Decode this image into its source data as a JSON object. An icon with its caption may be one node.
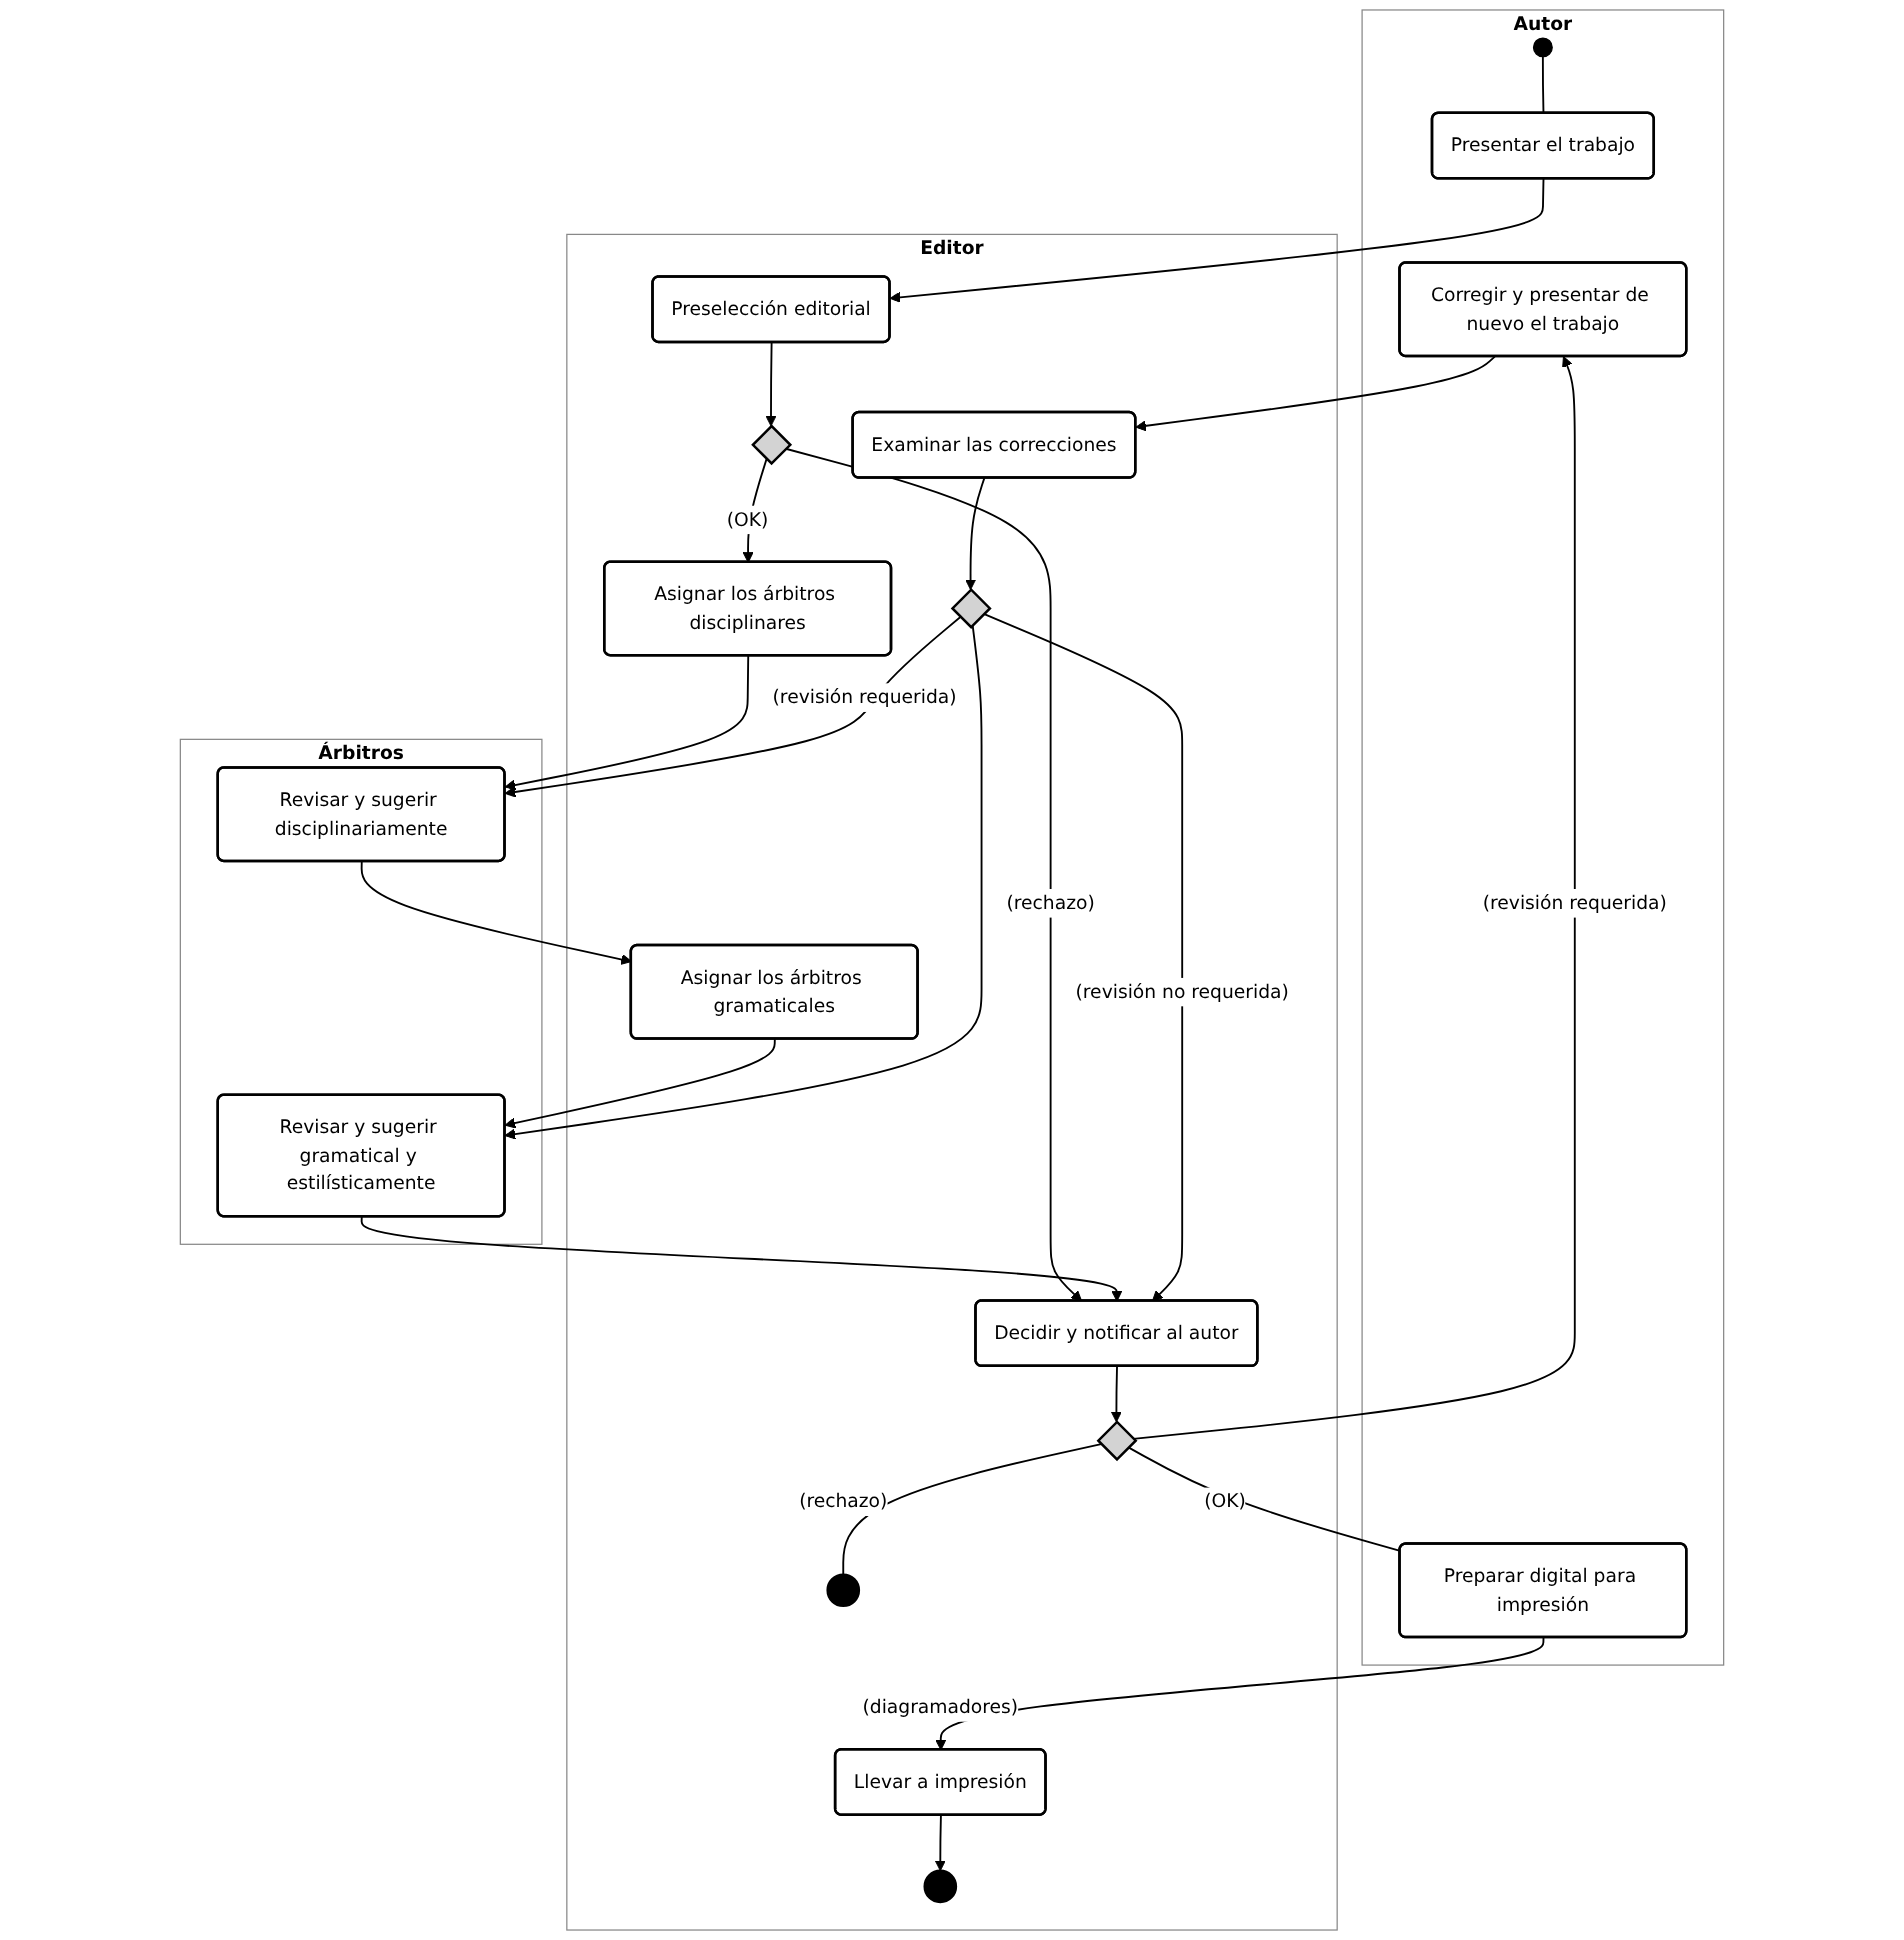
{
  "diagram": {
    "nodes": [
      {
        "text": [
          "Autor"
        ]
      },
      {
        "text": [
          "Editor"
        ]
      },
      {
        "text": [
          "Árbitros"
        ]
      },
      {
        "text": [],
        "shape": "circle",
        "in": 0
      },
      {
        "text": [
          "Presentar el trabajo"
        ],
        "in": 0
      },
      {
        "text": [
          "Preselección editorial"
        ],
        "in": 1
      },
      {
        "text": [],
        "shape": "diamond",
        "in": 1
      },
      {
        "text": [
          "Asignar los árbitros disciplinares"
        ],
        "in": 1
      },
      {
        "text": [
          "Revisar y sugerir disciplinariamente"
        ],
        "in": 2
      },
      {
        "text": [
          "Asignar los árbitros gramaticales"
        ],
        "in": 1
      },
      {
        "text": [
          "Revisar y sugerir gramatical y estilísticamente"
        ],
        "in": 2
      },
      {
        "text": [
          "Decidir y notificar al autor"
        ],
        "in": 1
      },
      {
        "text": [],
        "shape": "diamond",
        "in": 1
      },
      {
        "text": [],
        "shape": "circle",
        "in": 1
      },
      {
        "text": [
          "Corregir y presentar de nuevo el trabajo"
        ],
        "in": 0
      },
      {
        "text": [
          "Examinar las correcciones"
        ],
        "in": 1
      },
      {
        "text": [],
        "shape": "diamond",
        "in": 1
      },
      {
        "text": [
          "Preparar digital para impresión"
        ],
        "in": 0
      },
      {
        "text": [
          "Llevar a impresión"
        ],
        "in": 1
      },
      {
        "text": [],
        "shape": "circle",
        "in": 1
      }
    ],
    "edges": [
      {
        "from": 3,
        "to": 4,
        "arrow": "none"
      },
      {
        "from": 4,
        "to": 5,
        "arrow": "to"
      },
      {
        "from": 5,
        "to": 6,
        "arrow": "to"
      },
      {
        "from": 6,
        "to": 7,
        "arrow": "to",
        "label": "(OK)"
      },
      {
        "from": 6,
        "to": 11,
        "arrow": "to",
        "label": "(rechazo)"
      },
      {
        "from": 7,
        "to": 8,
        "arrow": "to"
      },
      {
        "from": 8,
        "to": 9,
        "arrow": "to"
      },
      {
        "from": 9,
        "to": 10,
        "arrow": "to"
      },
      {
        "from": 10,
        "to": 11,
        "arrow": "to"
      },
      {
        "from": 11,
        "to": 12,
        "arrow": "to"
      },
      {
        "from": 12,
        "to": 17,
        "arrow": "none",
        "label": "(OK)"
      },
      {
        "from": 12,
        "to": 13,
        "arrow": "none",
        "label": "(rechazo)"
      },
      {
        "from": 12,
        "to": 14,
        "arrow": "to",
        "label": "(revisión requerida)"
      },
      {
        "from": 14,
        "to": 15,
        "arrow": "to"
      },
      {
        "from": 15,
        "to": 16,
        "arrow": "to"
      },
      {
        "from": 16,
        "to": 11,
        "arrow": "to",
        "label": "(revisión no requerida)"
      },
      {
        "from": 16,
        "to": 8,
        "arrow": "to",
        "label": "(revisión requerida)"
      },
      {
        "from": 16,
        "to": 10,
        "arrow": "to"
      },
      {
        "from": 17,
        "to": 18,
        "arrow": "to",
        "label": "(diagramadores)"
      },
      {
        "from": 18,
        "to": 19,
        "arrow": "to"
      }
    ]
  }
}
